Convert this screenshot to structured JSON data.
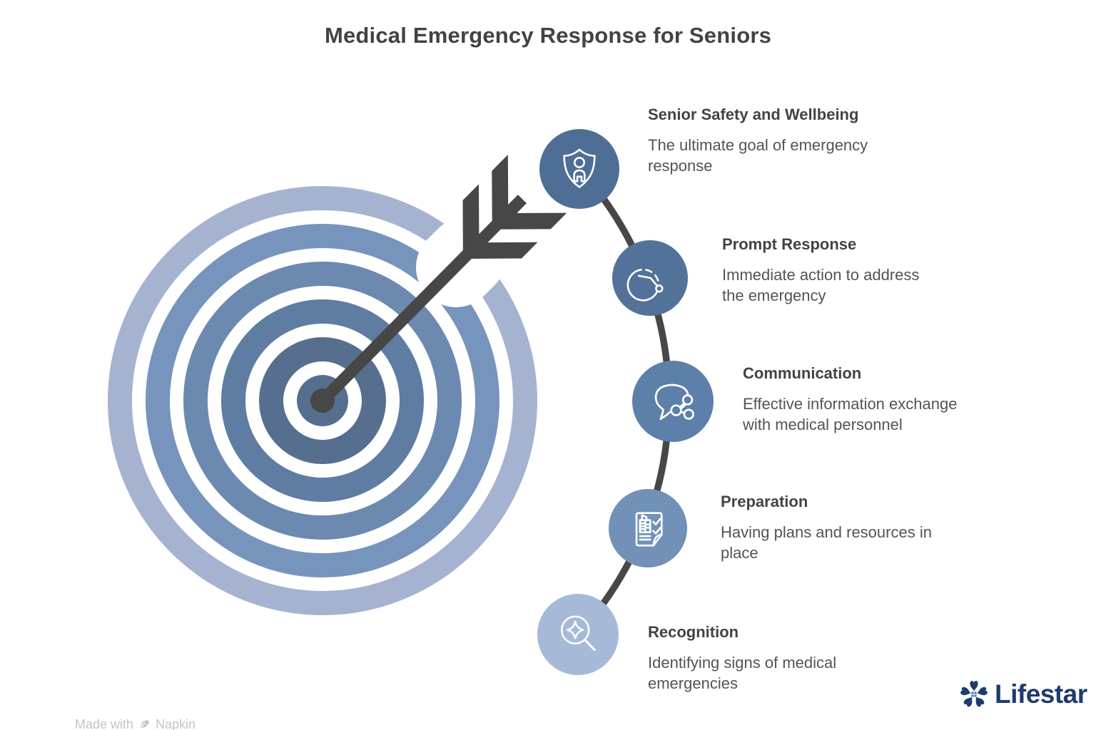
{
  "page_title": "Medical Emergency Response for Seniors",
  "steps": [
    {
      "title": "Senior Safety and Wellbeing",
      "description": "The ultimate goal of emergency response",
      "icon": "shield-person-icon",
      "circle_color": "#4E6E96"
    },
    {
      "title": "Prompt Response",
      "description": "Immediate action to address the emergency",
      "icon": "timer-icon",
      "circle_color": "#527299"
    },
    {
      "title": "Communication",
      "description": "Effective information exchange with medical personnel",
      "icon": "speech-bubble-share-icon",
      "circle_color": "#5C80A9"
    },
    {
      "title": "Preparation",
      "description": "Having plans and resources in place",
      "icon": "document-checklist-icon",
      "circle_color": "#7191B8"
    },
    {
      "title": "Recognition",
      "description": "Identifying signs of medical emergencies",
      "icon": "magnifier-sparkle-icon",
      "circle_color": "#A6BAD8"
    }
  ],
  "target_graphic": {
    "description": "bullseye target with arrow hitting center",
    "ring_colors_outer_to_inner": [
      "#A6B3D0",
      "#7794BD",
      "#6C89B0",
      "#5F7DA2",
      "#566F8E"
    ],
    "arrow_color": "#474747"
  },
  "connector_color": "#474747",
  "watermark": {
    "prefix": "Made with",
    "brand": "Napkin",
    "icon": "napkin-pen-icon",
    "color": "#C5C5C5"
  },
  "logo": {
    "text": "Lifestar",
    "icon": "lifestar-flower-icon",
    "color": "#1D3C6D",
    "icon_accent_color": "#4F78AB"
  }
}
